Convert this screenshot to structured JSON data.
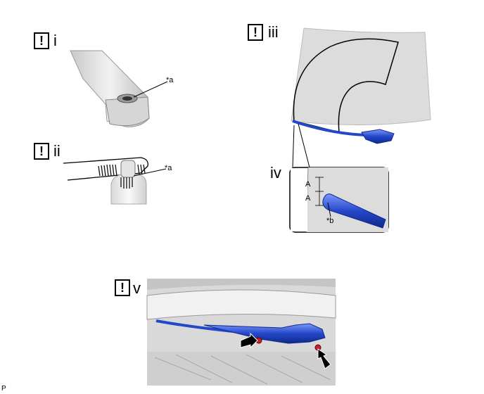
{
  "steps": [
    {
      "roman": "i",
      "warn": "!"
    },
    {
      "roman": "ii",
      "warn": "!"
    },
    {
      "roman": "iii",
      "warn": "!"
    },
    {
      "roman": "iv"
    },
    {
      "roman": "v",
      "warn": "!"
    }
  ],
  "callouts": {
    "a1": "*a",
    "a2": "*a",
    "b": "*b",
    "dimA1": "A",
    "dimA2": "A"
  },
  "footer": "P",
  "colors": {
    "arm_blue": "#2447c9",
    "arm_blue_light": "#5a7df0",
    "glass_gray": "#dcdcdc",
    "nut_red": "#c0242f"
  }
}
